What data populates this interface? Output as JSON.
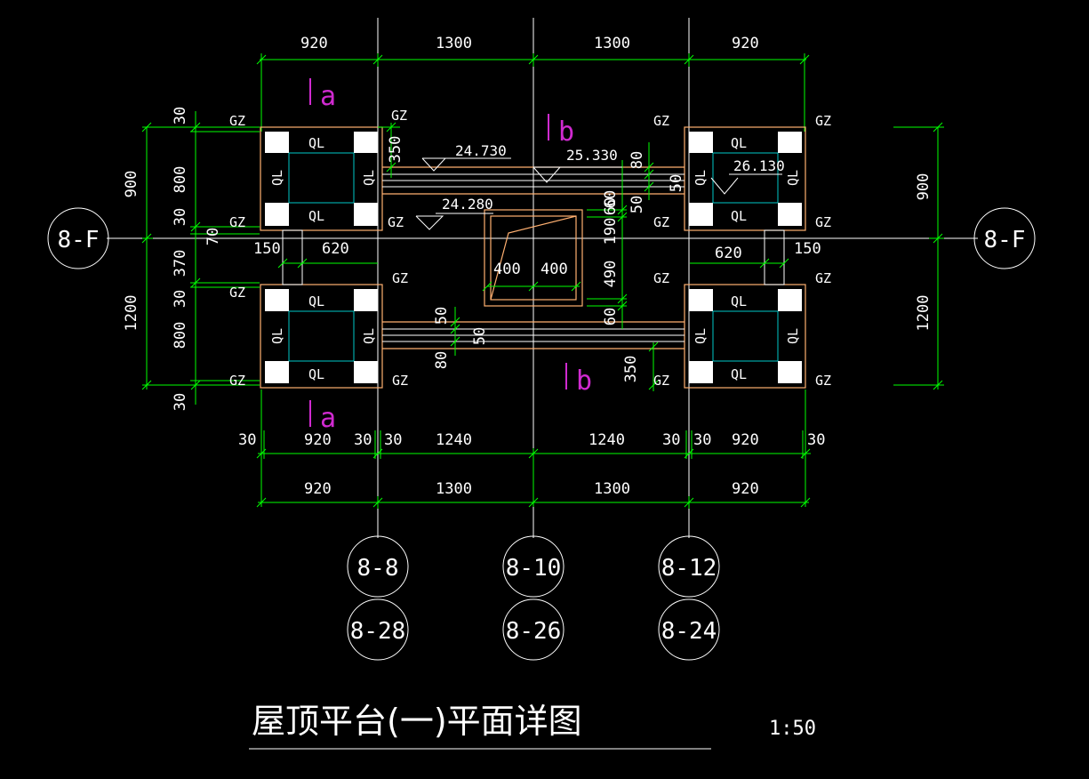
{
  "title": "屋顶平台(一)平面详图",
  "scale": "1:50",
  "axes": {
    "left": "8-F",
    "right": "8-F",
    "bottom_top_row": [
      "8-8",
      "8-10",
      "8-12"
    ],
    "bottom_bottom_row": [
      "8-28",
      "8-26",
      "8-24"
    ]
  },
  "section_marks": {
    "a": "a",
    "b": "b"
  },
  "labels": {
    "gz": "GZ",
    "ql": "QL"
  },
  "elevations": [
    "24.730",
    "25.330",
    "26.130",
    "24.280"
  ],
  "dimensions": {
    "top": [
      "920",
      "1300",
      "1300",
      "920"
    ],
    "bottom_fine": [
      "30",
      "920",
      "30",
      "30",
      "1240",
      "1240",
      "30",
      "30",
      "920",
      "30"
    ],
    "bottom_overall": [
      "920",
      "1300",
      "1300",
      "920"
    ],
    "left_outer": [
      "900",
      "1200"
    ],
    "left_inner": [
      "30",
      "800",
      "30",
      "70",
      "370",
      "30",
      "800",
      "30"
    ],
    "right_outer": [
      "900",
      "1200"
    ],
    "mid_left": [
      "150",
      "620"
    ],
    "mid_right": [
      "620",
      "150"
    ],
    "center_box": [
      "400",
      "400"
    ],
    "right_of_box": [
      "80",
      "50",
      "60",
      "50",
      "190",
      "60",
      "490",
      "60"
    ],
    "lower_left": [
      "50",
      "50",
      "80"
    ],
    "upper_left": [
      "350"
    ],
    "lower_right": [
      "350"
    ]
  }
}
